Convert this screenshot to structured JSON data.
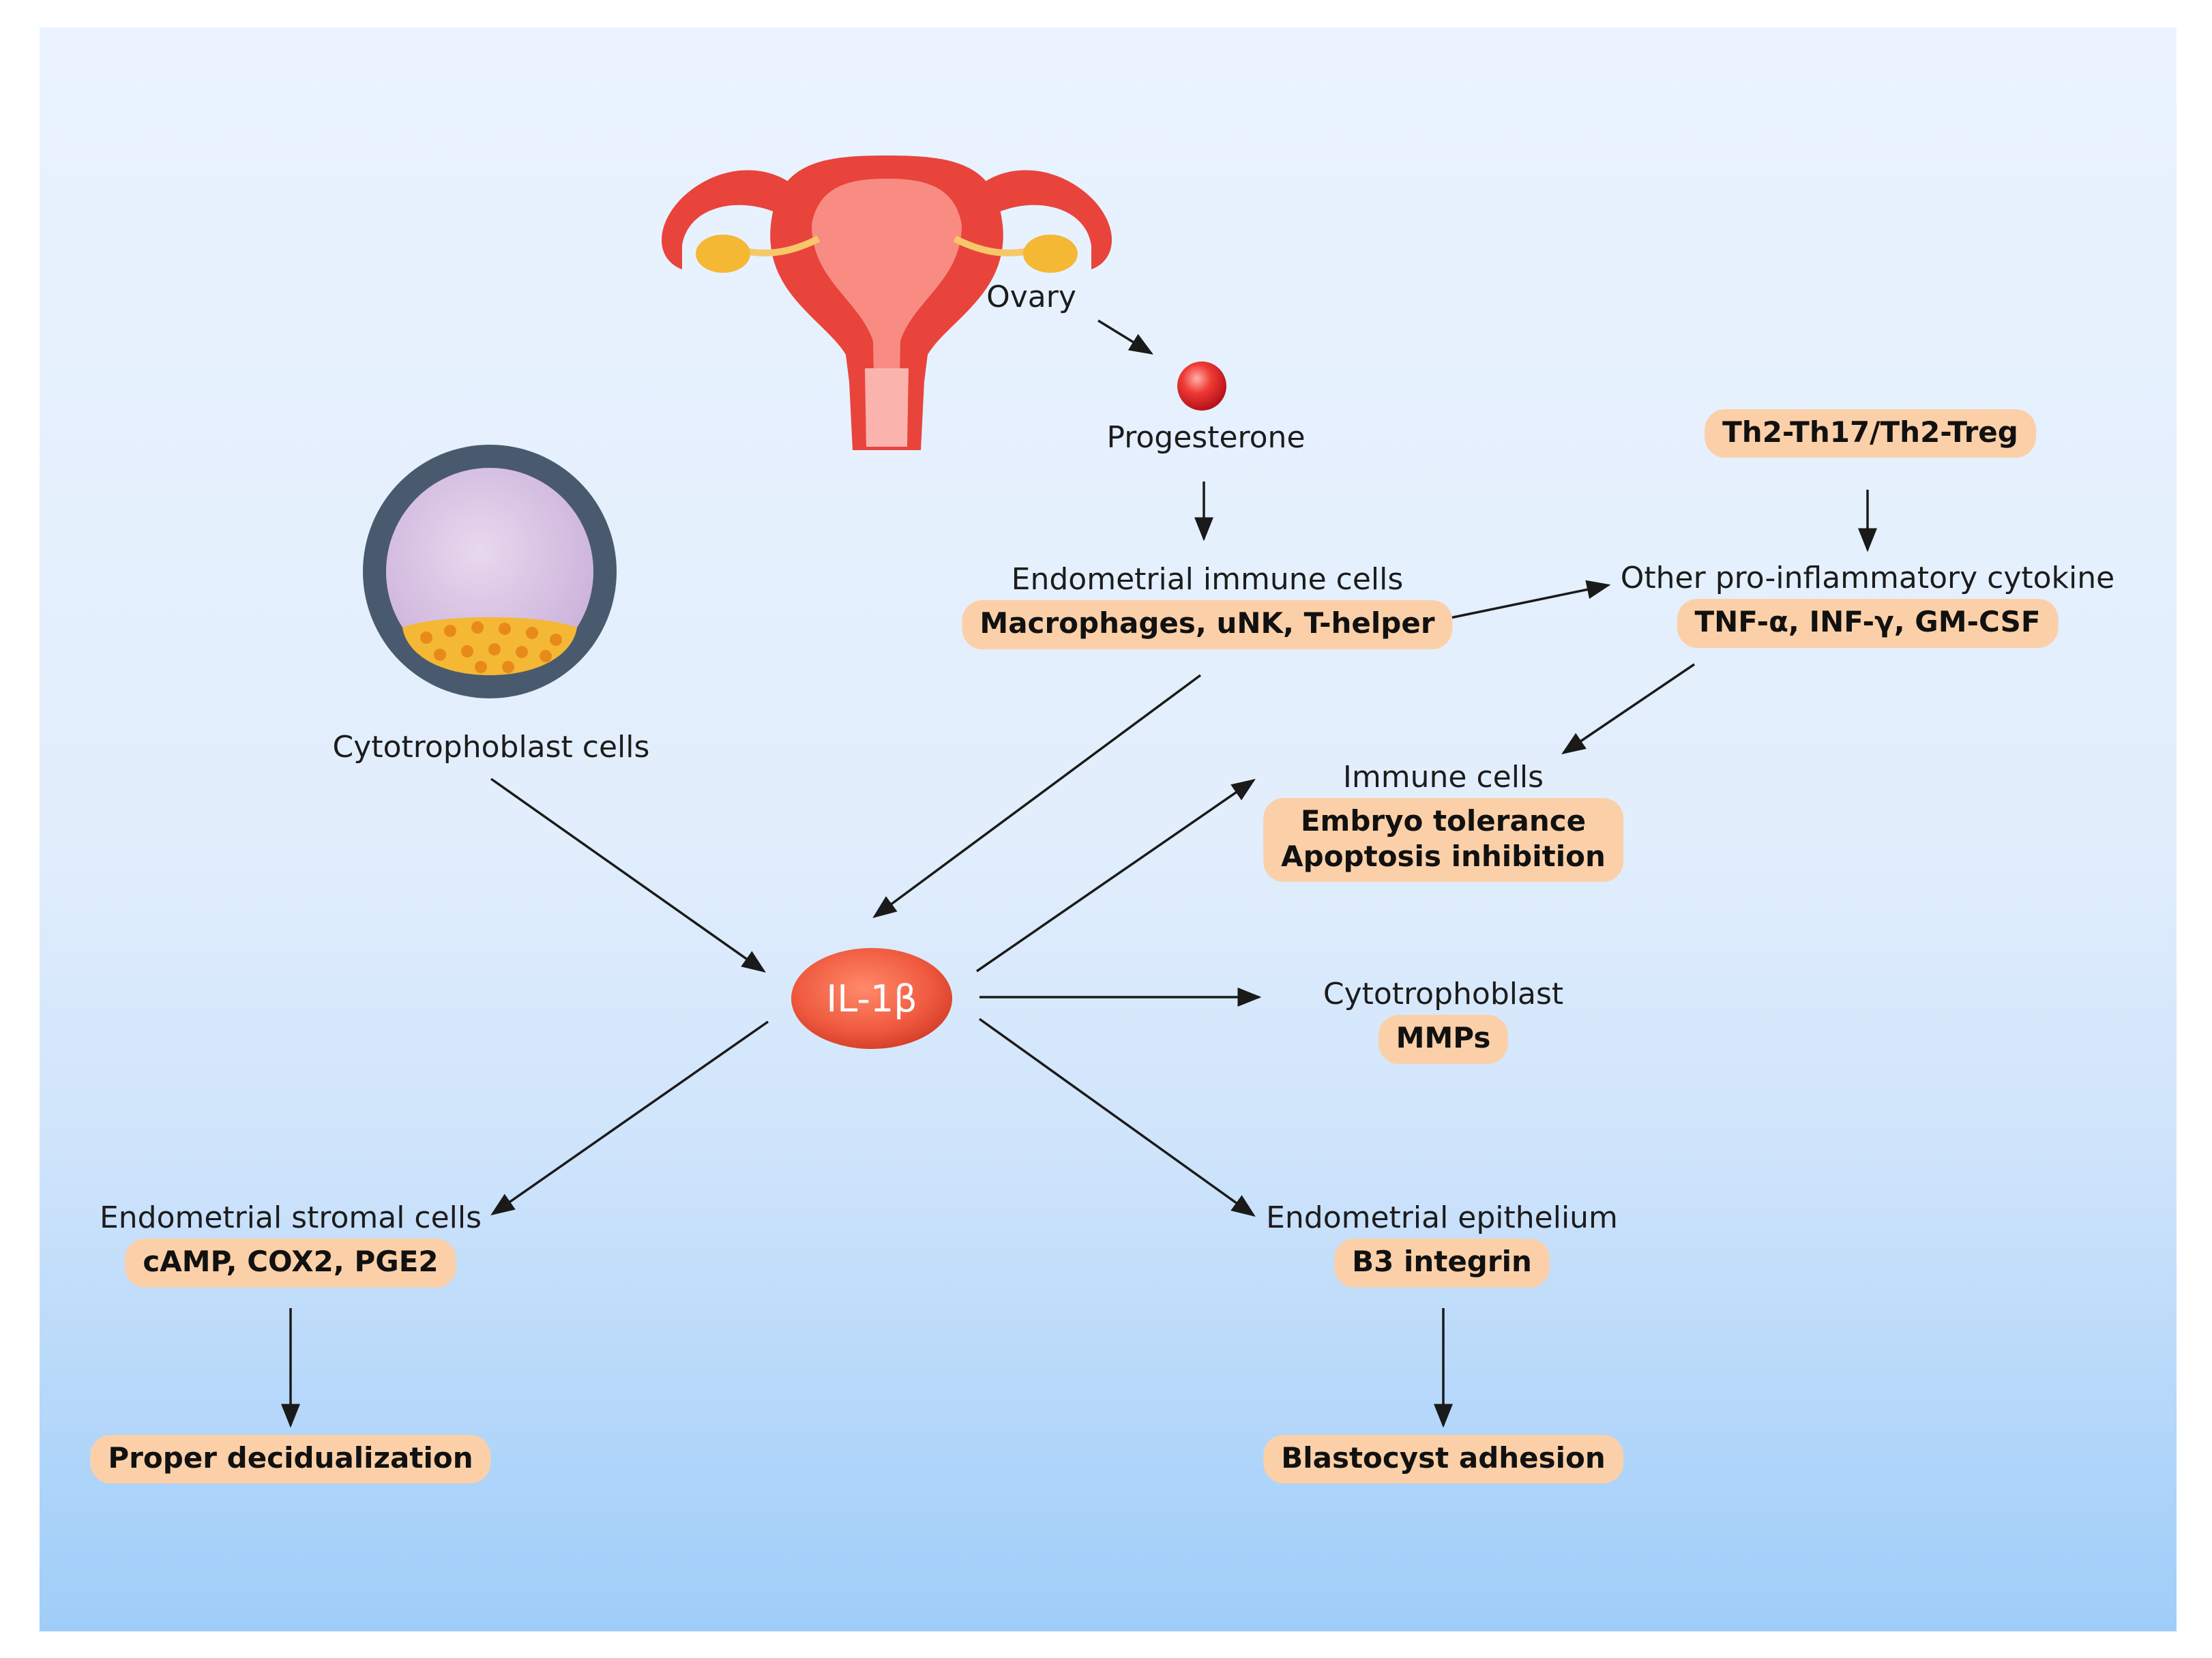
{
  "colors": {
    "pill_fill": "#fbd0a8",
    "il1b_fill": "#ef5a3f",
    "arrow": "#1a1a1a",
    "uterus": "#e8443c",
    "ovary_follicle": "#f4b835",
    "cell_shell": "#4a5a6e",
    "cell_inner": "#dcc7e6"
  },
  "icons": {
    "uterus": "uterus-ovaries-illustration",
    "blastocyst": "blastocyst-illustration",
    "progesterone": "red-sphere-icon"
  },
  "nodes": {
    "ovary": {
      "label": "Ovary"
    },
    "progesterone": {
      "label": "Progesterone"
    },
    "cytotrophoblast_cells": {
      "label": "Cytotrophoblast cells"
    },
    "immune_cells_top": {
      "label": "Endometrial immune cells",
      "pill": "Macrophages, uNK, T-helper"
    },
    "th_ratio": {
      "pill": "Th2-Th17/Th2-Treg"
    },
    "cytokine": {
      "label": "Other pro-inflammatory cytokine",
      "pill": "TNF-α, INF-γ, GM-CSF"
    },
    "il1b": {
      "label": "IL-1β"
    },
    "immune_cells": {
      "label": "Immune cells",
      "pill_lines": [
        "Embryo tolerance",
        "Apoptosis inhibition"
      ]
    },
    "cytotrophoblast": {
      "label": "Cytotrophoblast",
      "pill": "MMPs"
    },
    "stromal": {
      "label": "Endometrial stromal cells",
      "pill": "cAMP, COX2, PGE2"
    },
    "epithelium": {
      "label": "Endometrial epithelium",
      "pill": "B3 integrin"
    },
    "decidualization": {
      "pill": "Proper decidualization"
    },
    "adhesion": {
      "pill": "Blastocyst adhesion"
    }
  }
}
